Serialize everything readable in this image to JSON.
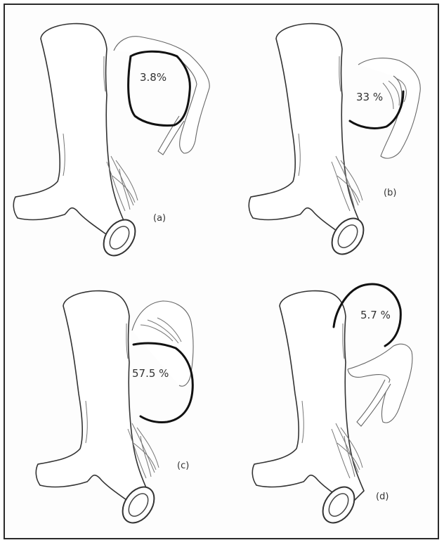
{
  "panels": [
    {
      "id": "a",
      "percent": "3.8%",
      "label": "(a)"
    },
    {
      "id": "b",
      "percent": "33 %",
      "label": "(b)"
    },
    {
      "id": "c",
      "percent": "57.5 %",
      "label": "(c)"
    },
    {
      "id": "d",
      "percent": "5.7 %",
      "label": "(d)"
    }
  ]
}
